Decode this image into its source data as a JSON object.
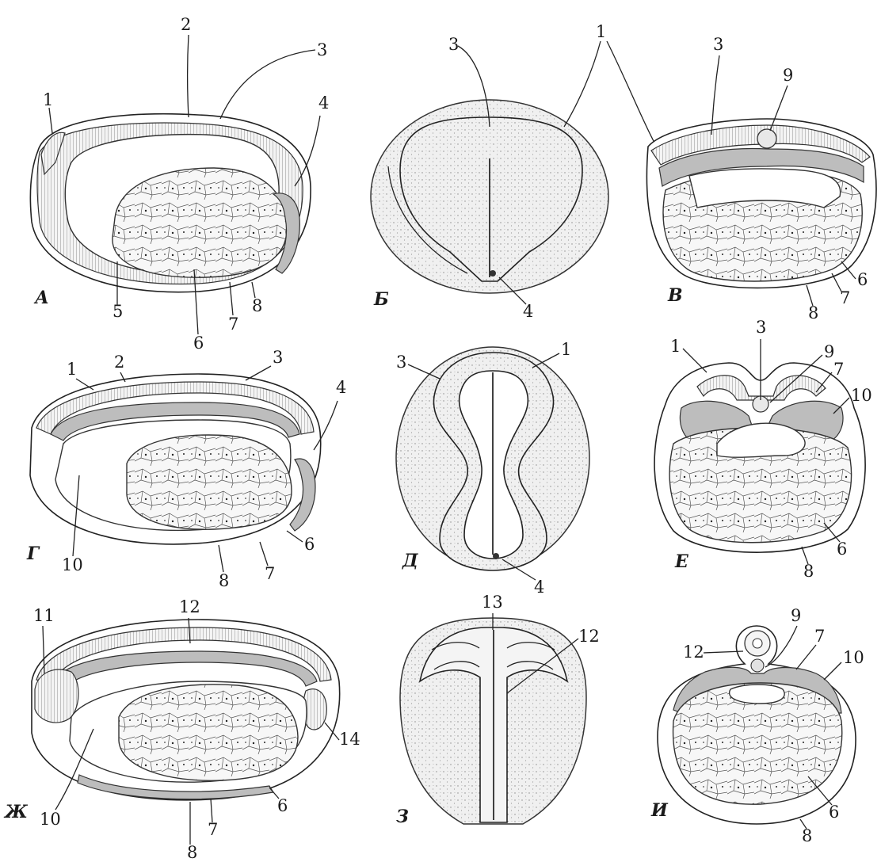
{
  "panels": {
    "A": {
      "letter": "А",
      "labels": {
        "n1": "1",
        "n2": "2",
        "n3": "3",
        "n4": "4",
        "n5": "5",
        "n6": "6",
        "n7": "7",
        "n8": "8"
      }
    },
    "B": {
      "letter": "Б",
      "labels": {
        "n1": "1",
        "n3": "3",
        "n4": "4"
      }
    },
    "V": {
      "letter": "В",
      "labels": {
        "n3": "3",
        "n6": "6",
        "n7": "7",
        "n8": "8",
        "n9": "9"
      }
    },
    "G": {
      "letter": "Г",
      "labels": {
        "n1": "1",
        "n2": "2",
        "n3": "3",
        "n4": "4",
        "n6": "6",
        "n7": "7",
        "n8": "8",
        "n10": "10"
      }
    },
    "D": {
      "letter": "Д",
      "labels": {
        "n1": "1",
        "n3": "3",
        "n4": "4"
      }
    },
    "E": {
      "letter": "Е",
      "labels": {
        "n1": "1",
        "n3": "3",
        "n6": "6",
        "n7": "7",
        "n8": "8",
        "n9": "9",
        "n10": "10"
      }
    },
    "ZH": {
      "letter": "Ж",
      "labels": {
        "n6": "6",
        "n7": "7",
        "n8": "8",
        "n10": "10",
        "n11": "11",
        "n12": "12",
        "n14": "14"
      }
    },
    "Z": {
      "letter": "З",
      "labels": {
        "n12": "12",
        "n13": "13"
      }
    },
    "I": {
      "letter": "И",
      "labels": {
        "n6": "6",
        "n7": "7",
        "n8": "8",
        "n9": "9",
        "n10": "10",
        "n12": "12"
      }
    }
  },
  "style": {
    "ink": "#1a1a1a",
    "mesoderm_fill": "#bdbdbd",
    "background": "#ffffff"
  }
}
